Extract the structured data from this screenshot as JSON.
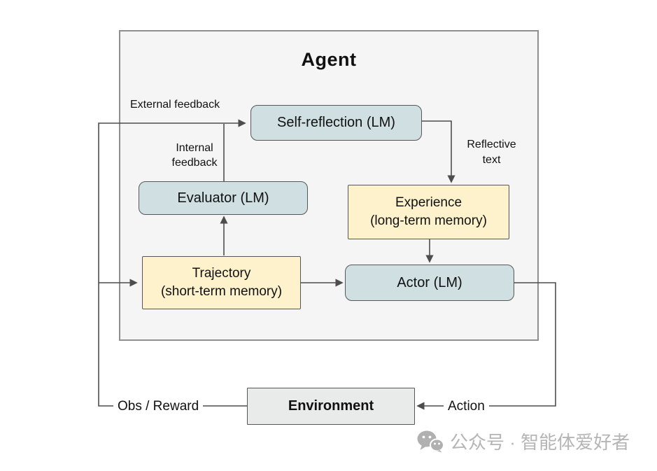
{
  "colors": {
    "lm_box_fill": "#cfdfe2",
    "memory_box_fill": "#fdf2cc",
    "environment_fill": "#e9eaea",
    "agent_fill": "#f5f5f6",
    "agent_border": "#8f8f8f",
    "box_border": "#565656",
    "line": "#4d4d4d",
    "watermark": "#b5b5b5"
  },
  "agent": {
    "title": "Agent"
  },
  "nodes": {
    "self_reflection": {
      "label": "Self-reflection (LM)"
    },
    "evaluator": {
      "label": "Evaluator (LM)"
    },
    "experience": {
      "line1": "Experience",
      "line2": "(long-term memory)"
    },
    "trajectory": {
      "line1": "Trajectory",
      "line2": "(short-term memory)"
    },
    "actor": {
      "label": "Actor (LM)"
    },
    "environment": {
      "label": "Environment"
    }
  },
  "labels": {
    "external_feedback": "External feedback",
    "internal_feedback_line1": "Internal",
    "internal_feedback_line2": "feedback",
    "reflective_text_line1": "Reflective",
    "reflective_text_line2": "text",
    "obs_reward": "Obs / Reward",
    "action": "Action"
  },
  "watermark": {
    "text": "公众号 · 智能体爱好者"
  }
}
